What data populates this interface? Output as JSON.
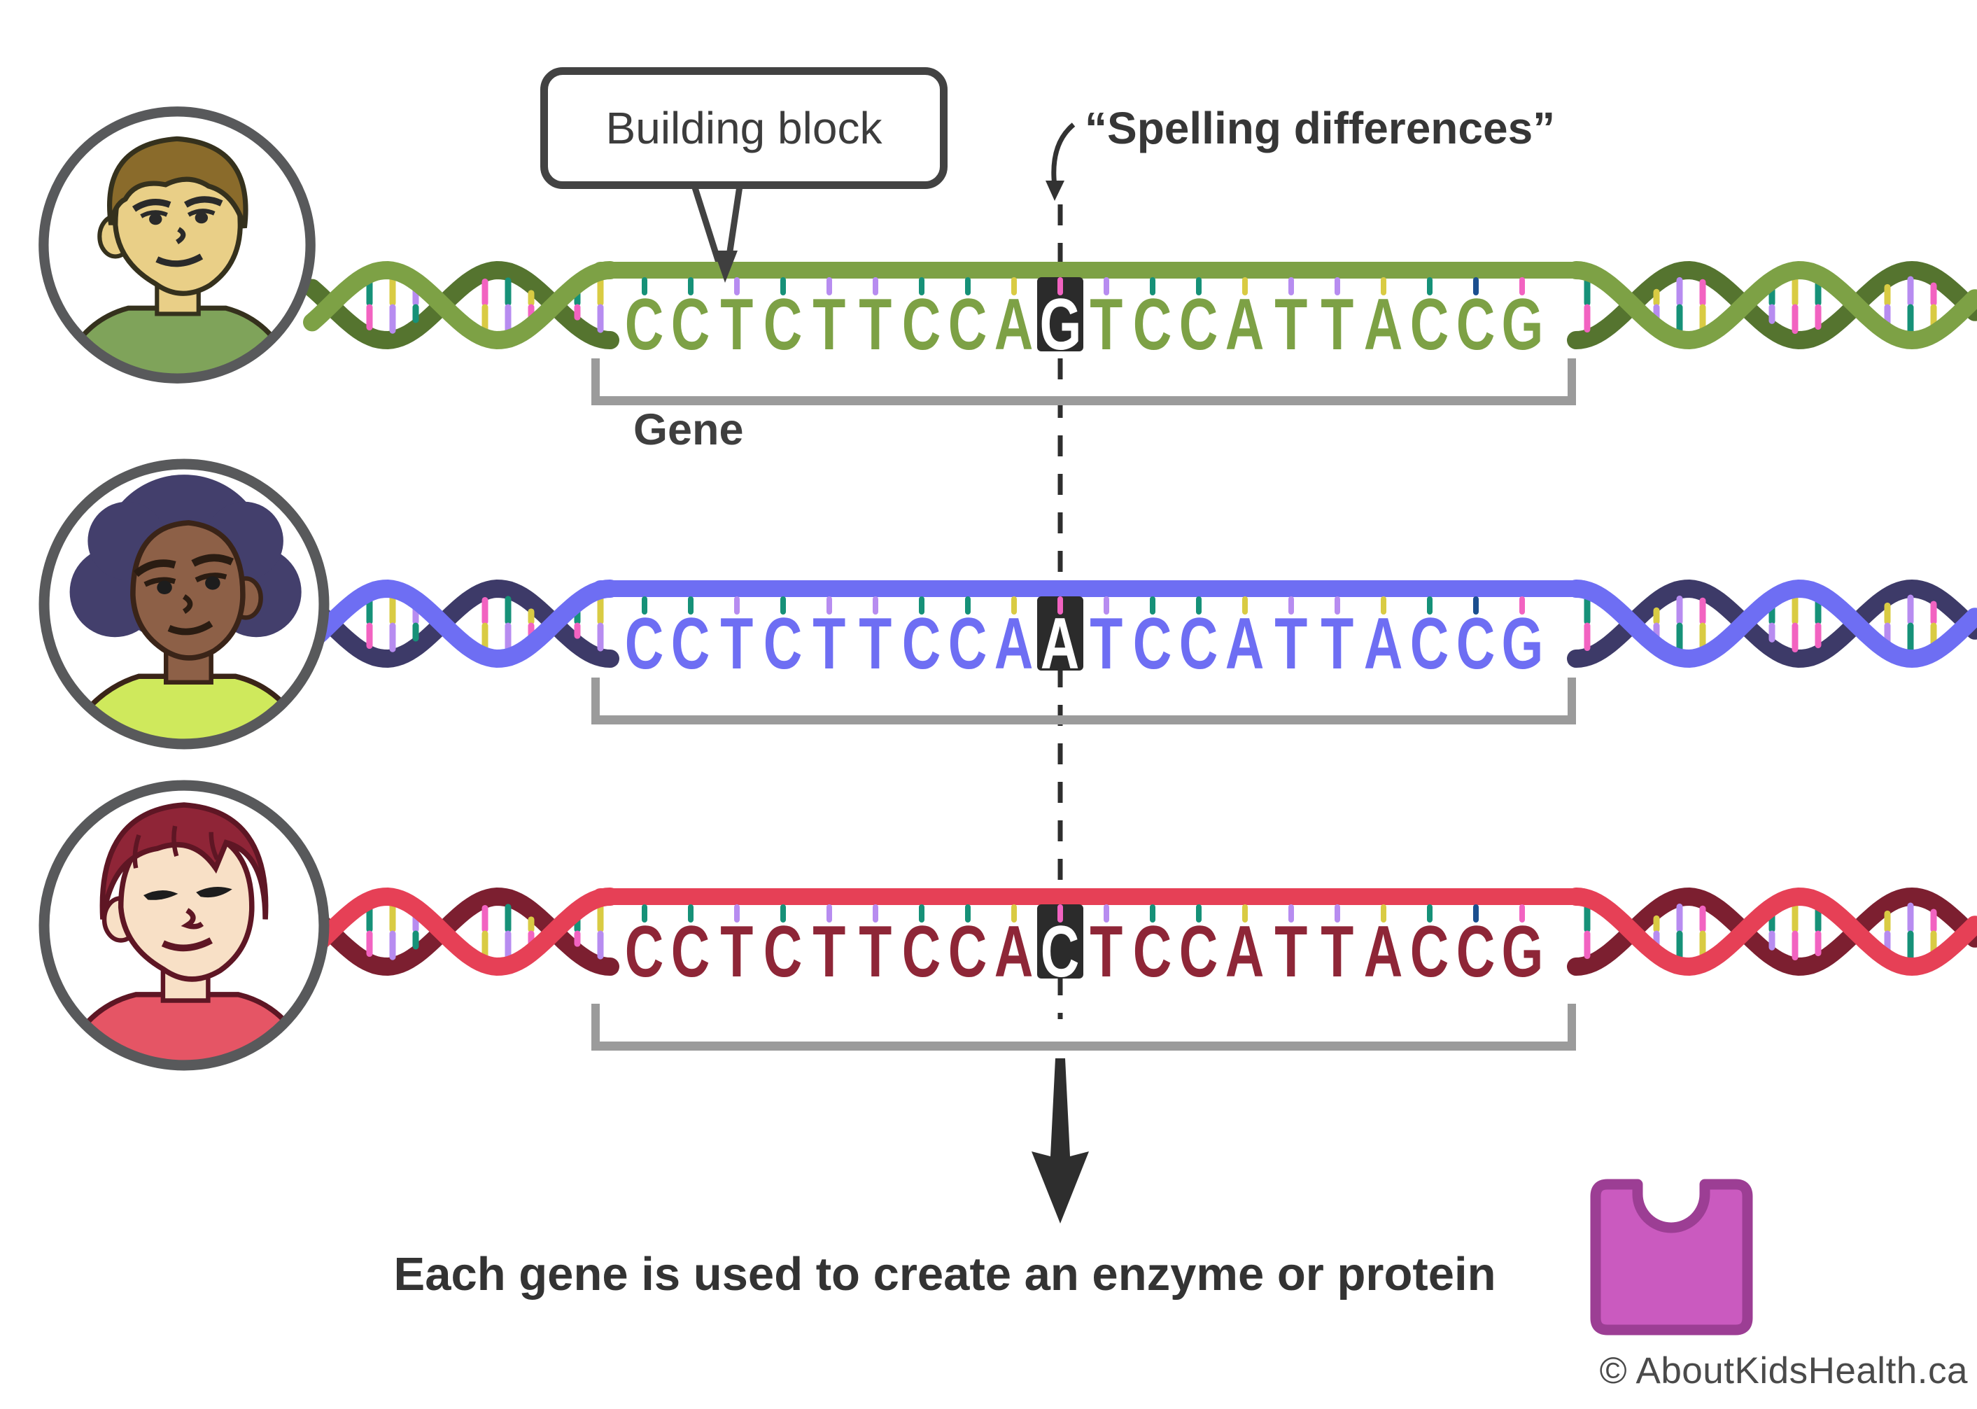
{
  "callout": {
    "label": "Building block"
  },
  "annotations": {
    "spelling_label": "“Spelling differences”",
    "gene_label": "Gene",
    "bottom_caption": "Each gene is used to create an enzyme or protein",
    "copyright": "© AboutKidsHealth.ca"
  },
  "sequence": {
    "prefix": "CCTCTTCCA",
    "suffix": "TCCATTACCG",
    "variant_index": 9
  },
  "tick_colors": [
    "#169178",
    "#169178",
    "#b78cf0",
    "#169178",
    "#b78cf0",
    "#b78cf0",
    "#169178",
    "#169178",
    "#d9cb43",
    "#f263c1",
    "#b78cf0",
    "#169178",
    "#169178",
    "#d9cb43",
    "#b78cf0",
    "#b78cf0",
    "#d9cb43",
    "#169178",
    "#1b4f8f",
    "#f263c1"
  ],
  "rung_pairs": [
    [
      "#169178",
      "#f263c1"
    ],
    [
      "#d9cb43",
      "#b78cf0"
    ],
    [
      "#b78cf0",
      "#169178"
    ],
    [
      "#f263c1",
      "#d9cb43"
    ],
    [
      "#169178",
      "#b78cf0"
    ],
    [
      "#d9cb43",
      "#f263c1"
    ]
  ],
  "strands": [
    {
      "person": "boy with brown hair and green shirt",
      "variant": "G",
      "band_color": "#7da145",
      "letter_color": "#7da145",
      "ribbon_dark": "#55742f"
    },
    {
      "person": "girl with dark afro and lime shirt",
      "variant": "A",
      "band_color": "#6e6ef3",
      "letter_color": "#6e6ef3",
      "ribbon_dark": "#3d3a68"
    },
    {
      "person": "boy with dark red hair and red shirt",
      "variant": "C",
      "band_color": "#e64056",
      "letter_color": "#8e2637",
      "ribbon_dark": "#7c1f30"
    }
  ],
  "highlight": {
    "box_color": "#2b2b2b",
    "text_color": "#ffffff"
  },
  "bracket_color": "#9b9b9b",
  "protein_icon": {
    "fill": "#ca5abf",
    "stroke": "#9c3e94"
  }
}
